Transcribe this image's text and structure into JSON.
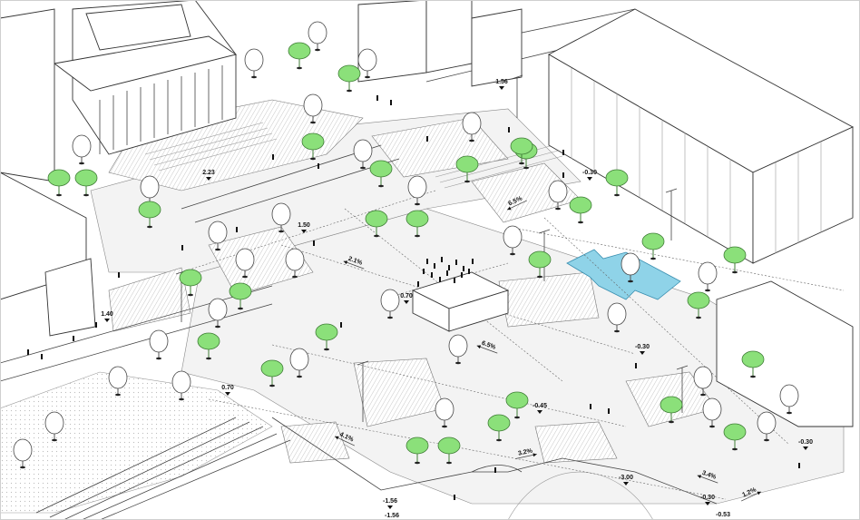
{
  "diagram": {
    "colors": {
      "line": "#333333",
      "tree_fill": "#8be07a",
      "tree_outline": "#3f7d36",
      "water": "#8fd3e8",
      "paving_hatch": "#9a9a9a"
    },
    "elevation_labels": [
      {
        "id": "e1",
        "text": "1.56"
      },
      {
        "id": "e2",
        "text": "2.23"
      },
      {
        "id": "e3",
        "text": "-0.30"
      },
      {
        "id": "e4",
        "text": "1.50"
      },
      {
        "id": "e5",
        "text": "0.70"
      },
      {
        "id": "e6",
        "text": "1.40"
      },
      {
        "id": "e7",
        "text": "-0.30"
      },
      {
        "id": "e8",
        "text": "0.70"
      },
      {
        "id": "e9",
        "text": "-0.45"
      },
      {
        "id": "e10",
        "text": "-0.30"
      },
      {
        "id": "e11",
        "text": "-3.00"
      },
      {
        "id": "e12",
        "text": "-0.30"
      },
      {
        "id": "e13",
        "text": "-0.53"
      },
      {
        "id": "e14",
        "text": "-1.56"
      },
      {
        "id": "e15",
        "text": "-1.56"
      }
    ],
    "slope_labels": [
      {
        "id": "s1",
        "text": "2.1%"
      },
      {
        "id": "s2",
        "text": "6.5%"
      },
      {
        "id": "s3",
        "text": "6.5%"
      },
      {
        "id": "s4",
        "text": "4.1%"
      },
      {
        "id": "s5",
        "text": "3.2%"
      },
      {
        "id": "s6",
        "text": "3.4%"
      },
      {
        "id": "s7",
        "text": "1.2%"
      }
    ]
  }
}
